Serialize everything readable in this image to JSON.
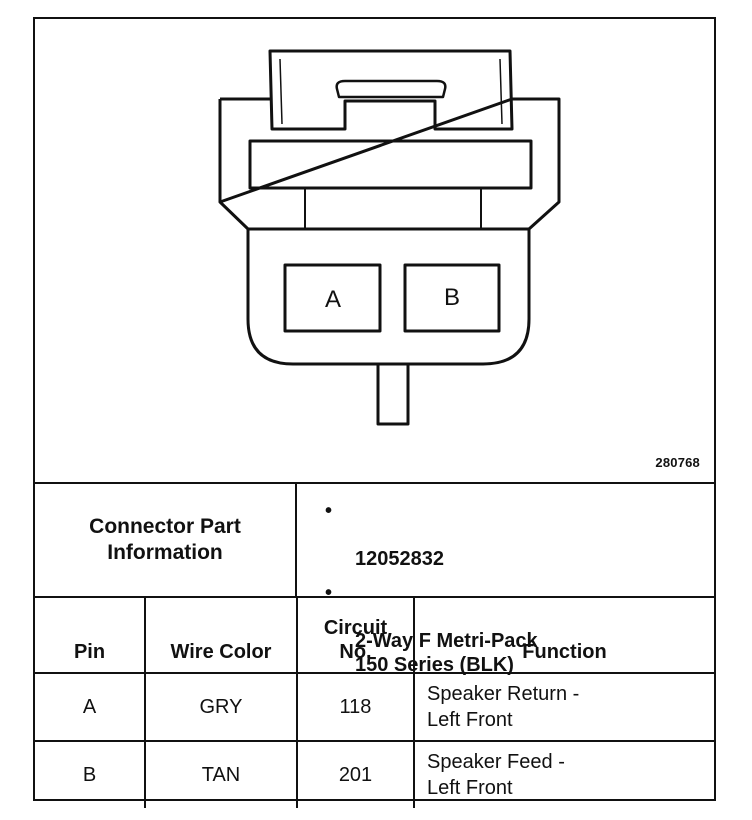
{
  "figure": {
    "number": "280768",
    "cavity_a": "A",
    "cavity_b": "B"
  },
  "connector_info": {
    "label": "Connector Part\nInformation",
    "bullet": "•",
    "items": [
      "12052832",
      "2-Way F Metri-Pack\n150 Series (BLK)"
    ]
  },
  "table": {
    "headers": {
      "pin": "Pin",
      "wire_color": "Wire Color",
      "circuit": "Circuit\nNo.",
      "function": "Function"
    },
    "rows": [
      {
        "pin": "A",
        "wire_color": "GRY",
        "circuit": "118",
        "function": "Speaker Return -\nLeft Front"
      },
      {
        "pin": "B",
        "wire_color": "TAN",
        "circuit": "201",
        "function": "Speaker Feed -\nLeft Front"
      }
    ]
  }
}
